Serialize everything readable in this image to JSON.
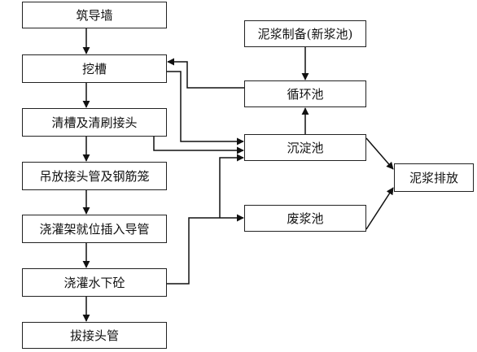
{
  "left_steps": [
    {
      "id": "wall",
      "label": "筑导墙"
    },
    {
      "id": "trench",
      "label": "挖槽"
    },
    {
      "id": "clean",
      "label": "清槽及清刷接头"
    },
    {
      "id": "hoist",
      "label": "吊放接头管及钢筋笼"
    },
    {
      "id": "frame",
      "label": "浇灌架就位插入导管"
    },
    {
      "id": "pour",
      "label": "浇灌水下砼"
    },
    {
      "id": "pull",
      "label": "拔接头管"
    }
  ],
  "right_nodes": {
    "prep": "泥浆制备(新浆池)",
    "circulation": "循环池",
    "settling": "沉淀池",
    "waste": "废浆池",
    "discharge": "泥浆排放"
  }
}
